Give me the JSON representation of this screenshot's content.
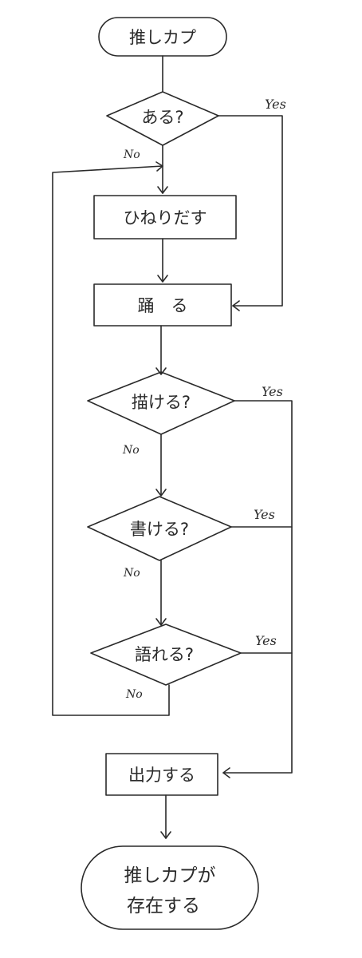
{
  "nodes": {
    "start": "推しカプ",
    "q_exist": "ある?",
    "step_twist": "ひねりだす",
    "step_dance": "踊　る",
    "q_draw": "描ける?",
    "q_write": "書ける?",
    "q_tell": "語れる?",
    "step_output": "出力する",
    "end_line1": "推しカプが",
    "end_line2": "存在する"
  },
  "edge_labels": {
    "yes_exist": "Yes",
    "no_exist": "No",
    "yes_draw": "Yes",
    "no_draw": "No",
    "yes_write": "Yes",
    "no_write": "No",
    "yes_tell": "Yes",
    "no_tell": "No"
  }
}
